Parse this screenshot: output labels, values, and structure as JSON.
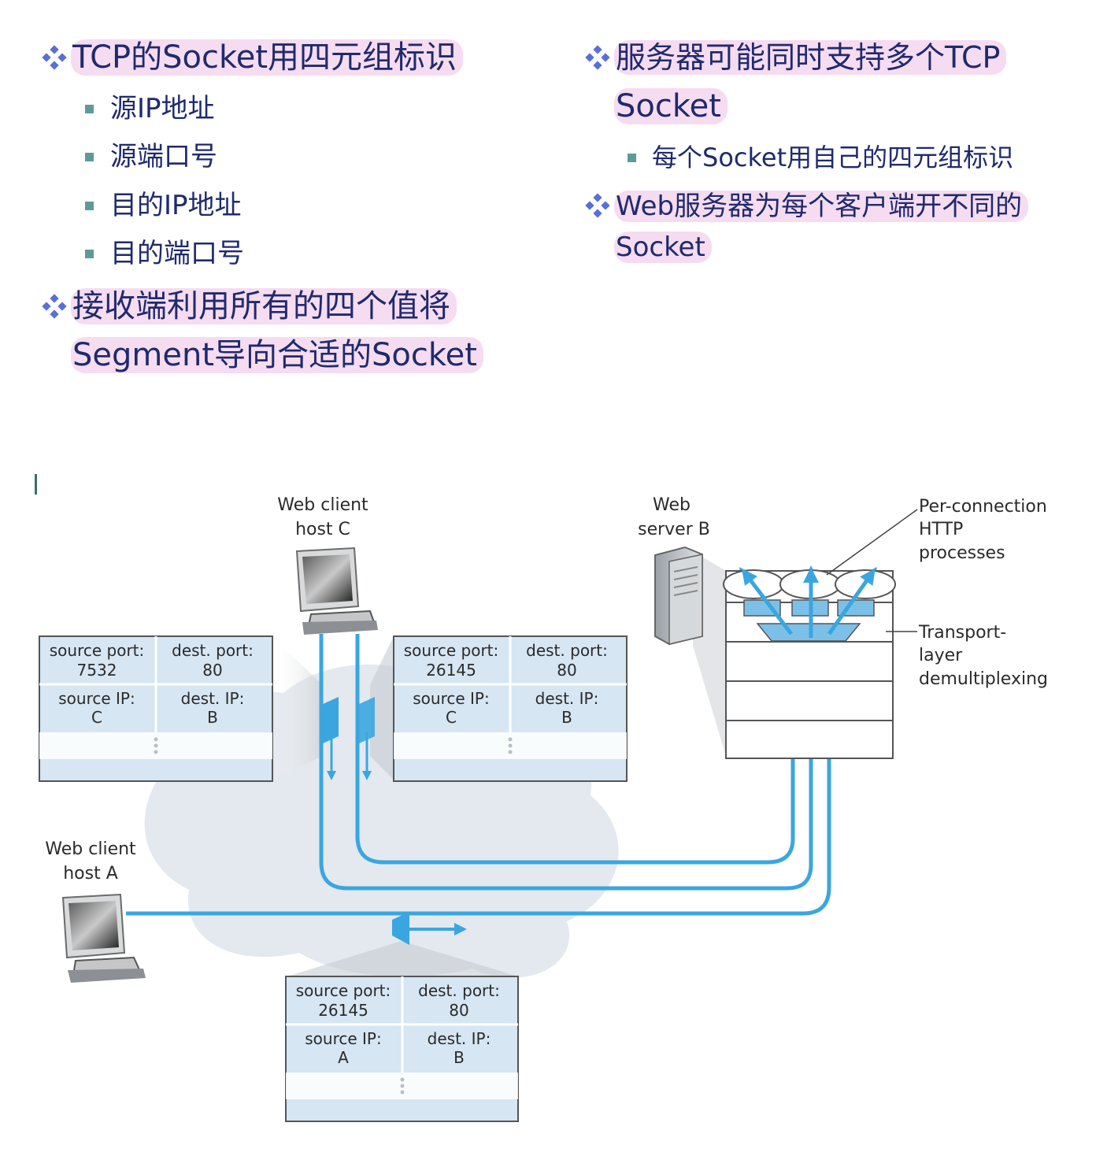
{
  "bullets": {
    "left": {
      "item1": "TCP的Socket用四元组标识",
      "subs": [
        "源IP地址",
        "源端口号",
        "目的IP地址",
        "目的端口号"
      ],
      "item2_line1": "接收端利用所有的四个值将",
      "item2_line2": "Segment导向合适的Socket"
    },
    "right": {
      "item1_line1": "服务器可能同时支持多个TCP",
      "item1_line2": "Socket",
      "sub": "每个Socket用自己的四元组标识",
      "item2_line1": "Web服务器为每个客户端开不同的",
      "item2_line2": "Socket"
    }
  },
  "diagram": {
    "host_c": [
      "Web client",
      "host C"
    ],
    "host_a": [
      "Web client",
      "host A"
    ],
    "server_b": [
      "Web",
      "server B"
    ],
    "annotation_processes": [
      "Per-connection",
      "HTTP",
      "processes"
    ],
    "annotation_demux": [
      "Transport-",
      "layer",
      "demultiplexing"
    ],
    "segment_left": {
      "src_port_label": "source port:",
      "src_port": "7532",
      "dst_port_label": "dest. port:",
      "dst_port": "80",
      "src_ip_label": "source IP:",
      "src_ip": "C",
      "dst_ip_label": "dest. IP:",
      "dst_ip": "B"
    },
    "segment_right": {
      "src_port_label": "source port:",
      "src_port": "26145",
      "dst_port_label": "dest. port:",
      "dst_port": "80",
      "src_ip_label": "source IP:",
      "src_ip": "C",
      "dst_ip_label": "dest. IP:",
      "dst_ip": "B"
    },
    "segment_bottom": {
      "src_port_label": "source port:",
      "src_port": "26145",
      "dst_port_label": "dest. port:",
      "dst_port": "80",
      "src_ip_label": "source IP:",
      "src_ip": "A",
      "dst_ip_label": "dest. IP:",
      "dst_ip": "B"
    },
    "colors": {
      "link": "#3aa6e0",
      "segment_fill": "#d6e6f2",
      "cloud": "#e4e9ef",
      "text_primary": "#1f2a6e",
      "highlight": "#f6dcf0"
    }
  }
}
